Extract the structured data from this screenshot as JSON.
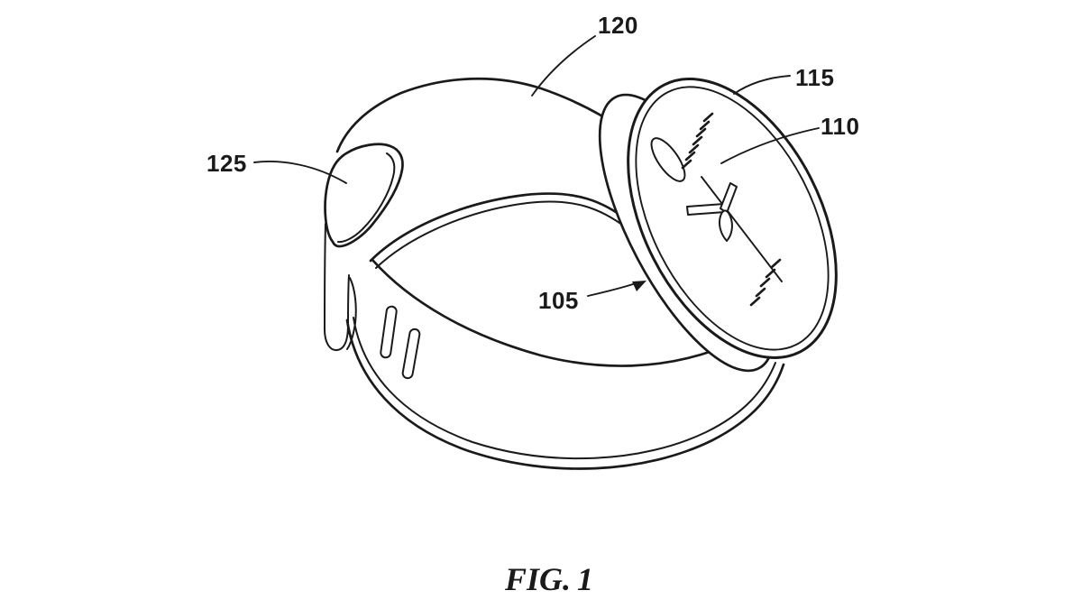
{
  "figure": {
    "caption": {
      "prefix": "FIG.",
      "number": "1"
    },
    "reference_labels": [
      {
        "text": "120"
      },
      {
        "text": "115"
      },
      {
        "text": "110"
      },
      {
        "text": "125"
      },
      {
        "text": "105"
      }
    ],
    "drawing_subject": "smartwatch-perspective-line-drawing"
  },
  "colors": {
    "ink": "#1a1a1a",
    "background": "#ffffff"
  }
}
